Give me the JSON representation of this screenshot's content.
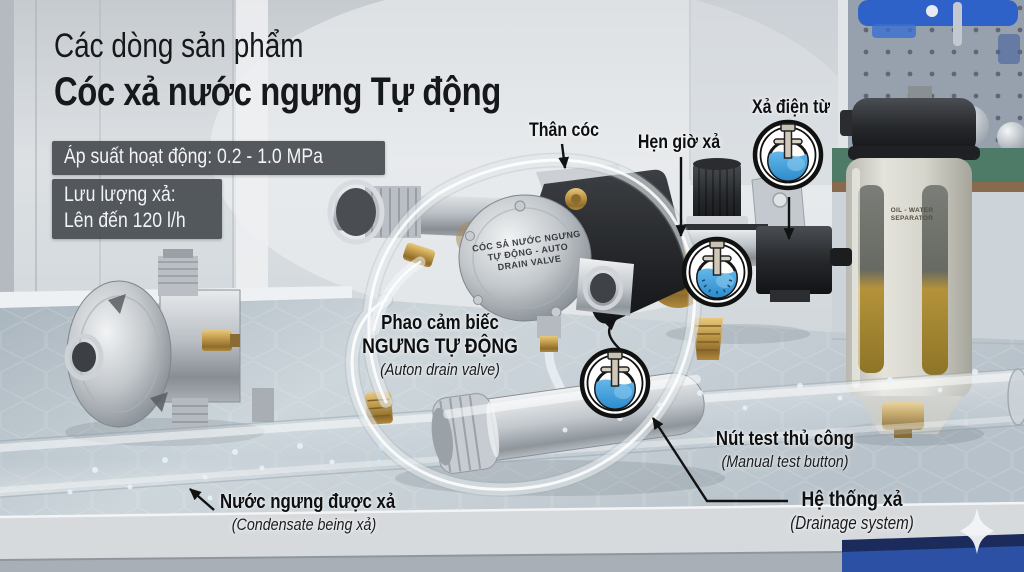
{
  "header": {
    "title_line1": "Các dòng sản phẩm",
    "title_line2": "Cóc xả nước ngưng Tự động"
  },
  "badges": {
    "pressure": "Áp suất hoạt động: 0.2 - 1.0 MPa",
    "flow_line1": "Lưu lượng xả:",
    "flow_line2": "Lên đến 120 l/h"
  },
  "callouts": {
    "valve_body": "Thân cóc",
    "timer_drain": "Hẹn giờ xả",
    "solenoid_drain": "Xả điện từ",
    "float_sensor_line1": "Phao cảm biếc",
    "float_sensor_line2": "NGƯNG TỰ ĐỘNG",
    "float_sensor_line3": "(Auton drain valve)",
    "manual_test_line1": "Nút test thủ công",
    "manual_test_line2": "(Manual test button)",
    "drainage_line1": "Hệ thống xả",
    "drainage_line2": "(Drainage system)",
    "condensate_line1": "Nước ngưng được xả",
    "condensate_line2": "(Condensate being xả)"
  },
  "product_markings": {
    "body_engraving_line1": "CÓC SẢ NƯỚC NGƯNG",
    "body_engraving_line2": "TỰ ĐỘNG - AUTO",
    "body_engraving_line3": "DRAIN VALVE",
    "separator_line1": "OIL - WATER",
    "separator_line2": "SEPARATOR"
  },
  "icons": {
    "solenoid_icon": "water-level-tank-icon",
    "timer_icon": "water-level-clock-icon",
    "drain_icon": "water-level-tank-icon",
    "watermark": "sparkle-icon"
  },
  "colors": {
    "badge_bg": "#4a4e52",
    "water_blue": "#3f9ede",
    "cabinet_blue": "#2c50a4",
    "bench_gray": "#c3ccd3",
    "label_text": "#111111"
  }
}
